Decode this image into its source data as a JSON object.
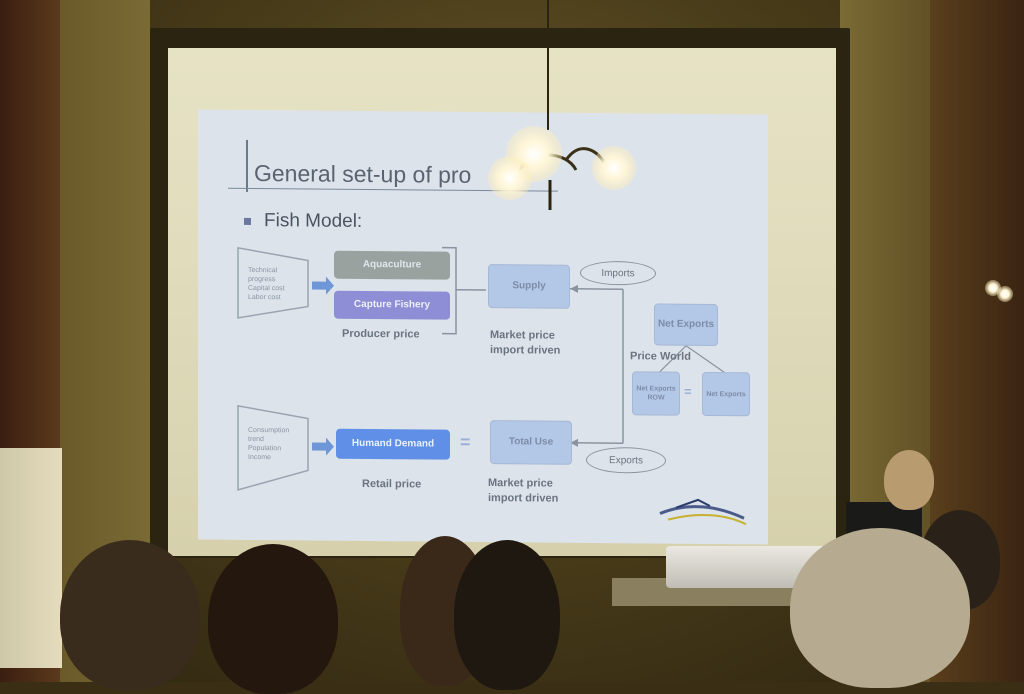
{
  "slide": {
    "title": "General set-up of pro",
    "bullet": "Fish Model:",
    "supply_inputs": [
      "Technical",
      "progress",
      "Capital cost",
      "Labor cost"
    ],
    "demand_inputs": [
      "Consumption",
      "trend",
      "Population",
      "Income"
    ],
    "aquaculture": "Aquaculture",
    "capture_fishery": "Capture Fishery",
    "producer_price": "Producer price",
    "supply": "Supply",
    "market_price_1": "Market price",
    "import_driven_1": "import driven",
    "imports": "Imports",
    "net_exports": "Net Exports",
    "price_world": "Price World",
    "net_exports_row": "Net Exports ROW",
    "net_exports_2": "Net Exports",
    "humand_demand": "Humand Demand",
    "retail_price": "Retail price",
    "total_use": "Total Use",
    "market_price_2": "Market price",
    "import_driven_2": "import driven",
    "exports": "Exports",
    "equals": "="
  },
  "colors": {
    "grey_box": "#9aa2a0",
    "purple_box": "#8d8ed6",
    "blue_box": "#5f8fe6",
    "light_box": "#b3c8e6"
  }
}
